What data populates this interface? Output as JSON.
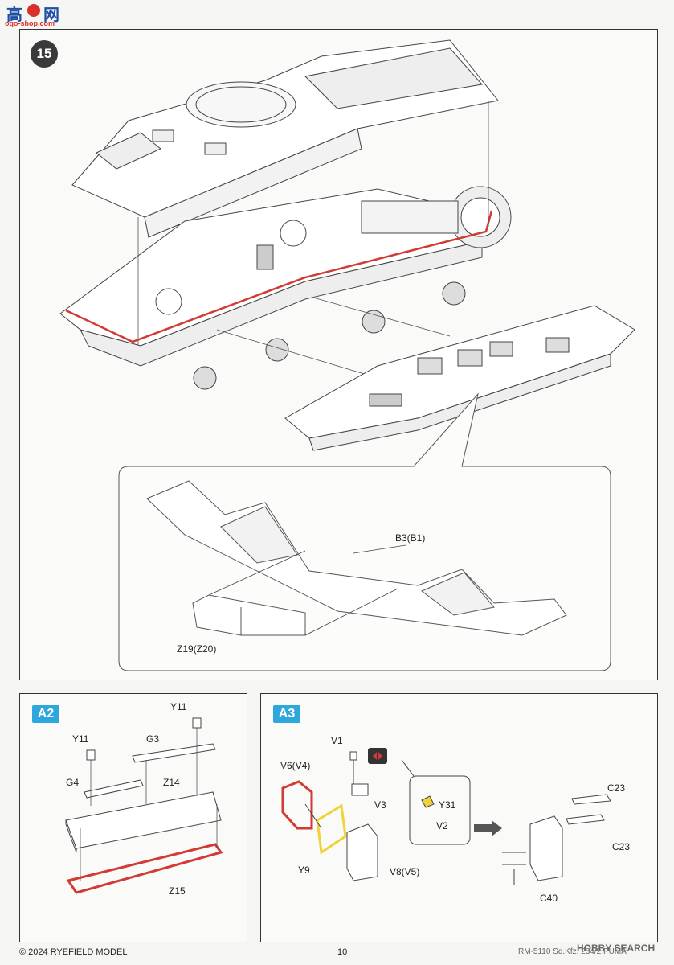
{
  "watermark_top": {
    "text_1": "高",
    "text_2": "网",
    "url": "ogo-shop.com"
  },
  "step_number": "15",
  "main": {
    "label_b3": "B3(B1)",
    "label_z19": "Z19(Z20)"
  },
  "a2": {
    "badge": "A2",
    "labels": {
      "y11_top": "Y11",
      "y11_left": "Y11",
      "g3": "G3",
      "g4": "G4",
      "z14": "Z14",
      "z15": "Z15"
    }
  },
  "a3": {
    "badge": "A3",
    "labels": {
      "v1": "V1",
      "v6": "V6(V4)",
      "v3": "V3",
      "y31": "Y31",
      "v2": "V2",
      "y9": "Y9",
      "v8": "V8(V5)",
      "c23_top": "C23",
      "c23_bottom": "C23",
      "c40": "C40"
    }
  },
  "footer": {
    "copyright": "© 2024 RYEFIELD MODEL",
    "page": "10",
    "product": "RM-5110 Sd.Kfz. 234/2 PUMA",
    "watermark": "HOBBY SEARCH"
  },
  "colors": {
    "highlight_red": "#d23b35",
    "highlight_yellow": "#f0d23a",
    "badge_blue": "#2da7dc",
    "badge_dark": "#3a3a3a"
  }
}
